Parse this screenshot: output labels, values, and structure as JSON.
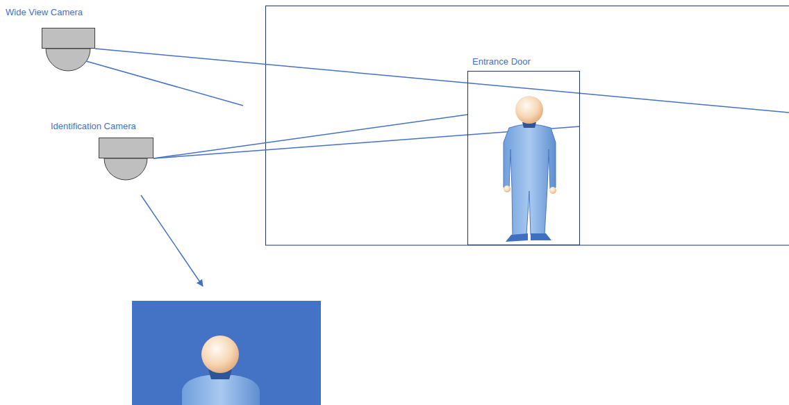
{
  "diagram": {
    "nodes": [
      {
        "text": [
          "Wide View Camera"
        ]
      },
      {
        "text": [
          "Identification Camera"
        ]
      },
      {
        "text": [
          "Entrance Door"
        ]
      }
    ]
  }
}
